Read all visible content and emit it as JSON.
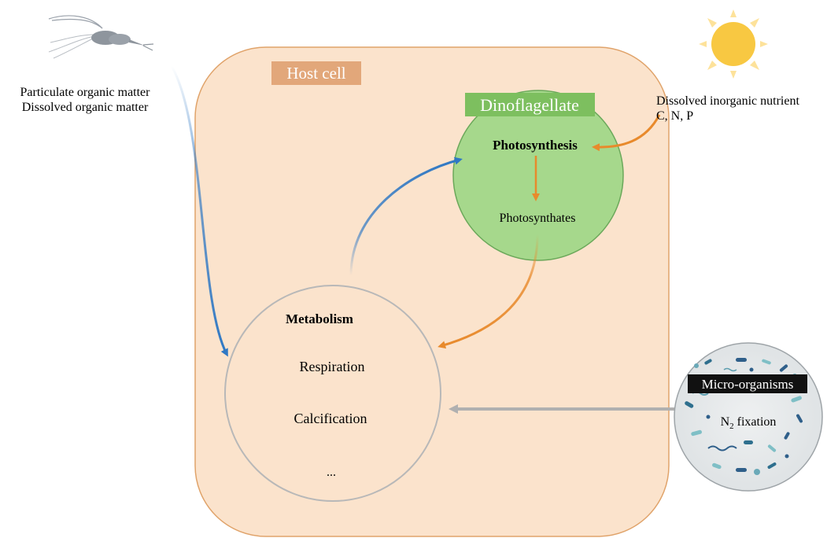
{
  "diagram": {
    "host_cell": {
      "label": "Host cell",
      "fill": "#fbe3cc",
      "stroke": "#e0a36a",
      "tag_color": "#e2a77a"
    },
    "dinoflagellate": {
      "label": "Dinoflagellate",
      "fill": "#a6d88c",
      "stroke": "#6ba85a",
      "tag_color": "#7dbf5f",
      "process": "Photosynthesis",
      "product": "Photosynthates"
    },
    "metabolism": {
      "title": "Metabolism",
      "items": [
        "Respiration",
        "Calcification",
        "..."
      ]
    },
    "external_inputs": {
      "organic": [
        "Particulate organic matter",
        "Dissolved organic matter"
      ],
      "inorganic": [
        "Dissolved inorganic nutrient",
        "C, N, P"
      ]
    },
    "micro_organisms": {
      "label": "Micro-organisms",
      "process_prefix": "N",
      "process_subscript": "2",
      "process_suffix": " fixation"
    },
    "icons": [
      "copepod-icon",
      "sun-icon",
      "microbe-cluster-icon"
    ],
    "colors": {
      "blue_arrow": "#2f78c4",
      "orange_arrow": "#e88a2c",
      "grey_arrow": "#b0b0b0",
      "sun": "#f8c842"
    }
  }
}
